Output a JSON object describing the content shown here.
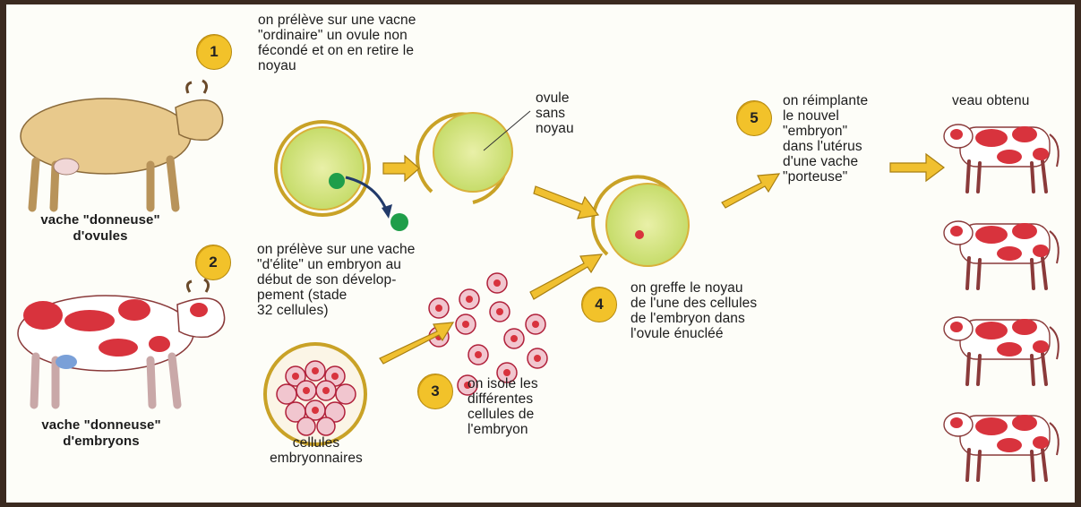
{
  "steps": [
    {
      "number": "1",
      "text": "on prélève sur une vacne\n\"ordinaire\"  un ovule non\nfécondé et on en retire le\nnoyau"
    },
    {
      "number": "2",
      "text": "on prélève sur une vache\n\"d'élite\" un embryon au\ndébut de son dévelop-\npement (stade\n32 cellules)"
    },
    {
      "number": "3",
      "text": "on isole les\ndifférentes\ncellules de\nl'embryon"
    },
    {
      "number": "4",
      "text": "on greffe le noyau\nde l'une des cellules\nde l'embryon dans\nl'ovule énucléé"
    },
    {
      "number": "5",
      "text": "on réimplante\nle nouvel\n\"embryon\"\ndans l'utérus\nd'une vache\n\"porteuse\""
    }
  ],
  "labels": {
    "ovule_donor": "vache \"donneuse\"\nd'ovules",
    "embryo_donor": "vache \"donneuse\"\nd'embryons",
    "ovule_no_nucleus": "ovule\nsans\nnoyau",
    "embryonic_cells": "cellules\nembryonnaires",
    "calf_obtained": "veau obtenu"
  },
  "colors": {
    "badge": "#f2c22a",
    "arrow": "#f0c030",
    "ovule_fill": "#d8e78a",
    "nucleus": "#1f9e4a",
    "spot": "#d8333d",
    "cow_tan": "#e8c98c"
  },
  "icons": {
    "cow_plain": "tan-cow-illustration",
    "cow_spotted": "red-spotted-cow-illustration",
    "calf": "red-spotted-calf-illustration"
  }
}
